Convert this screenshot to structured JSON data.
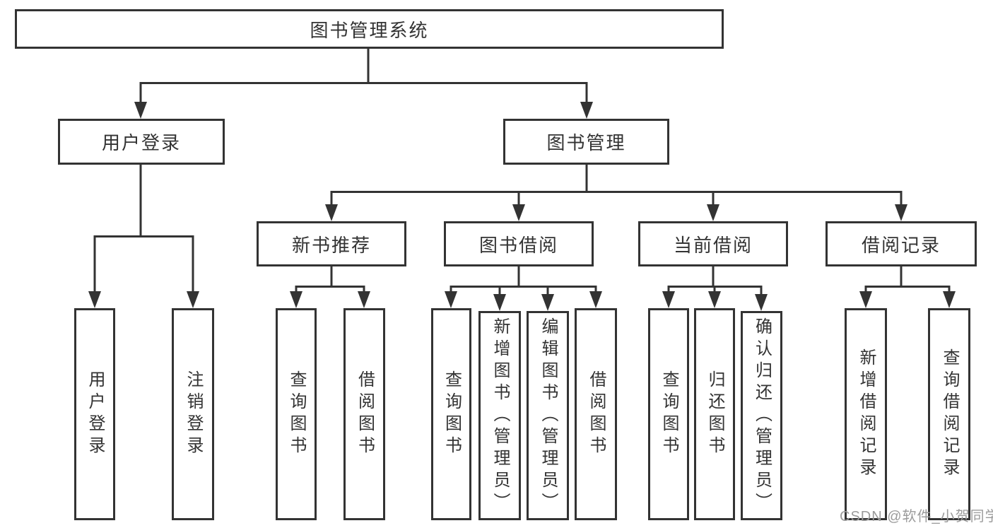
{
  "diagram_type": "tree",
  "colors": {
    "stroke": "#333333",
    "text": "#333333",
    "background": "#ffffff",
    "watermark": "#9b9b9b"
  },
  "tree": {
    "label": "图书管理系统",
    "children": [
      {
        "label": "用户登录",
        "children": [
          {
            "label": "用户登录"
          },
          {
            "label": "注销登录"
          }
        ]
      },
      {
        "label": "图书管理",
        "children": [
          {
            "label": "新书推荐",
            "children": [
              {
                "label": "查询图书"
              },
              {
                "label": "借阅图书"
              }
            ]
          },
          {
            "label": "图书借阅",
            "children": [
              {
                "label": "查询图书"
              },
              {
                "label": "新增图书（管理员）"
              },
              {
                "label": "编辑图书（管理员）"
              },
              {
                "label": "借阅图书"
              }
            ]
          },
          {
            "label": "当前借阅",
            "children": [
              {
                "label": "查询图书"
              },
              {
                "label": "归还图书"
              },
              {
                "label": "确认归还（管理员）"
              }
            ]
          },
          {
            "label": "借阅记录",
            "children": [
              {
                "label": "新增借阅记录"
              },
              {
                "label": "查询借阅记录"
              }
            ]
          }
        ]
      }
    ]
  },
  "watermark": "CSDN @软件_小贺同学"
}
